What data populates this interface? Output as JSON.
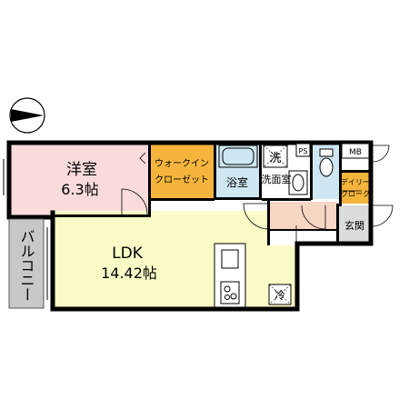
{
  "rooms": {
    "western_room": {
      "name": "洋室",
      "size": "6.3帖",
      "color": "#f9dbdb"
    },
    "ldk": {
      "name": "LDK",
      "size": "14.42帖",
      "color": "#fbfbc8"
    },
    "walk_in_closet": {
      "line1": "ウォークイン",
      "line2": "クローゼット",
      "color": "#f5b53d"
    },
    "bathroom": {
      "name": "浴室",
      "color": "#cfe7f2"
    },
    "washroom": {
      "name": "洗面室",
      "color": "#ffffff"
    },
    "toilet": {
      "color": "#cfe7f2"
    },
    "daily_closet": {
      "line1": "デイリー",
      "line2": "クローク",
      "color": "#f5b53d"
    },
    "entrance": {
      "name": "玄関",
      "color": "#dcdcdc"
    },
    "hallway": {
      "color": "#f8d6c4"
    },
    "balcony": {
      "name": "バルコニー",
      "color": "#c8c8c8"
    }
  },
  "labels": {
    "washer": "洗",
    "refrigerator": "冷",
    "pipe_space": "PS",
    "meter_box": "MB"
  },
  "compass": {
    "direction": "north-arrow-pointing-east"
  }
}
